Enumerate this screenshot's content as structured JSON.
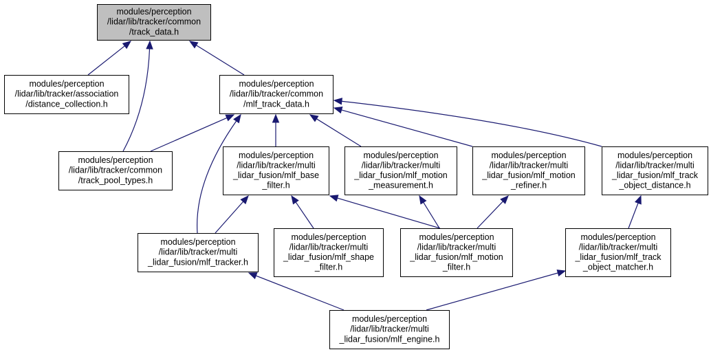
{
  "colors": {
    "edge": "#191970",
    "root_fill": "#bfbfbf",
    "node_fill": "#ffffff",
    "node_border": "#000000"
  },
  "nodes": [
    {
      "id": "track_data",
      "lines": [
        "modules/perception",
        "/lidar/lib/tracker/common",
        "/track_data.h"
      ]
    },
    {
      "id": "distance_collection",
      "lines": [
        "modules/perception",
        "/lidar/lib/tracker/association",
        "/distance_collection.h"
      ]
    },
    {
      "id": "mlf_track_data",
      "lines": [
        "modules/perception",
        "/lidar/lib/tracker/common",
        "/mlf_track_data.h"
      ]
    },
    {
      "id": "track_pool_types",
      "lines": [
        "modules/perception",
        "/lidar/lib/tracker/common",
        "/track_pool_types.h"
      ]
    },
    {
      "id": "mlf_base_filter",
      "lines": [
        "modules/perception",
        "/lidar/lib/tracker/multi",
        "_lidar_fusion/mlf_base",
        "_filter.h"
      ]
    },
    {
      "id": "mlf_motion_measurement",
      "lines": [
        "modules/perception",
        "/lidar/lib/tracker/multi",
        "_lidar_fusion/mlf_motion",
        "_measurement.h"
      ]
    },
    {
      "id": "mlf_motion_refiner",
      "lines": [
        "modules/perception",
        "/lidar/lib/tracker/multi",
        "_lidar_fusion/mlf_motion",
        "_refiner.h"
      ]
    },
    {
      "id": "mlf_track_object_distance",
      "lines": [
        "modules/perception",
        "/lidar/lib/tracker/multi",
        "_lidar_fusion/mlf_track",
        "_object_distance.h"
      ]
    },
    {
      "id": "mlf_tracker",
      "lines": [
        "modules/perception",
        "/lidar/lib/tracker/multi",
        "_lidar_fusion/mlf_tracker.h"
      ]
    },
    {
      "id": "mlf_shape_filter",
      "lines": [
        "modules/perception",
        "/lidar/lib/tracker/multi",
        "_lidar_fusion/mlf_shape",
        "_filter.h"
      ]
    },
    {
      "id": "mlf_motion_filter",
      "lines": [
        "modules/perception",
        "/lidar/lib/tracker/multi",
        "_lidar_fusion/mlf_motion",
        "_filter.h"
      ]
    },
    {
      "id": "mlf_track_object_matcher",
      "lines": [
        "modules/perception",
        "/lidar/lib/tracker/multi",
        "_lidar_fusion/mlf_track",
        "_object_matcher.h"
      ]
    },
    {
      "id": "mlf_engine",
      "lines": [
        "modules/perception",
        "/lidar/lib/tracker/multi",
        "_lidar_fusion/mlf_engine.h"
      ]
    }
  ],
  "edges": [
    {
      "from": "distance_collection",
      "to": "track_data"
    },
    {
      "from": "track_pool_types",
      "to": "track_data"
    },
    {
      "from": "mlf_track_data",
      "to": "track_data"
    },
    {
      "from": "track_pool_types",
      "to": "mlf_track_data"
    },
    {
      "from": "mlf_tracker",
      "to": "mlf_track_data"
    },
    {
      "from": "mlf_base_filter",
      "to": "mlf_track_data"
    },
    {
      "from": "mlf_motion_measurement",
      "to": "mlf_track_data"
    },
    {
      "from": "mlf_motion_refiner",
      "to": "mlf_track_data"
    },
    {
      "from": "mlf_track_object_distance",
      "to": "mlf_track_data"
    },
    {
      "from": "mlf_tracker",
      "to": "mlf_base_filter"
    },
    {
      "from": "mlf_shape_filter",
      "to": "mlf_base_filter"
    },
    {
      "from": "mlf_motion_filter",
      "to": "mlf_base_filter"
    },
    {
      "from": "mlf_motion_filter",
      "to": "mlf_motion_measurement"
    },
    {
      "from": "mlf_motion_filter",
      "to": "mlf_motion_refiner"
    },
    {
      "from": "mlf_track_object_matcher",
      "to": "mlf_track_object_distance"
    },
    {
      "from": "mlf_engine",
      "to": "mlf_tracker"
    },
    {
      "from": "mlf_engine",
      "to": "mlf_track_object_matcher"
    }
  ]
}
